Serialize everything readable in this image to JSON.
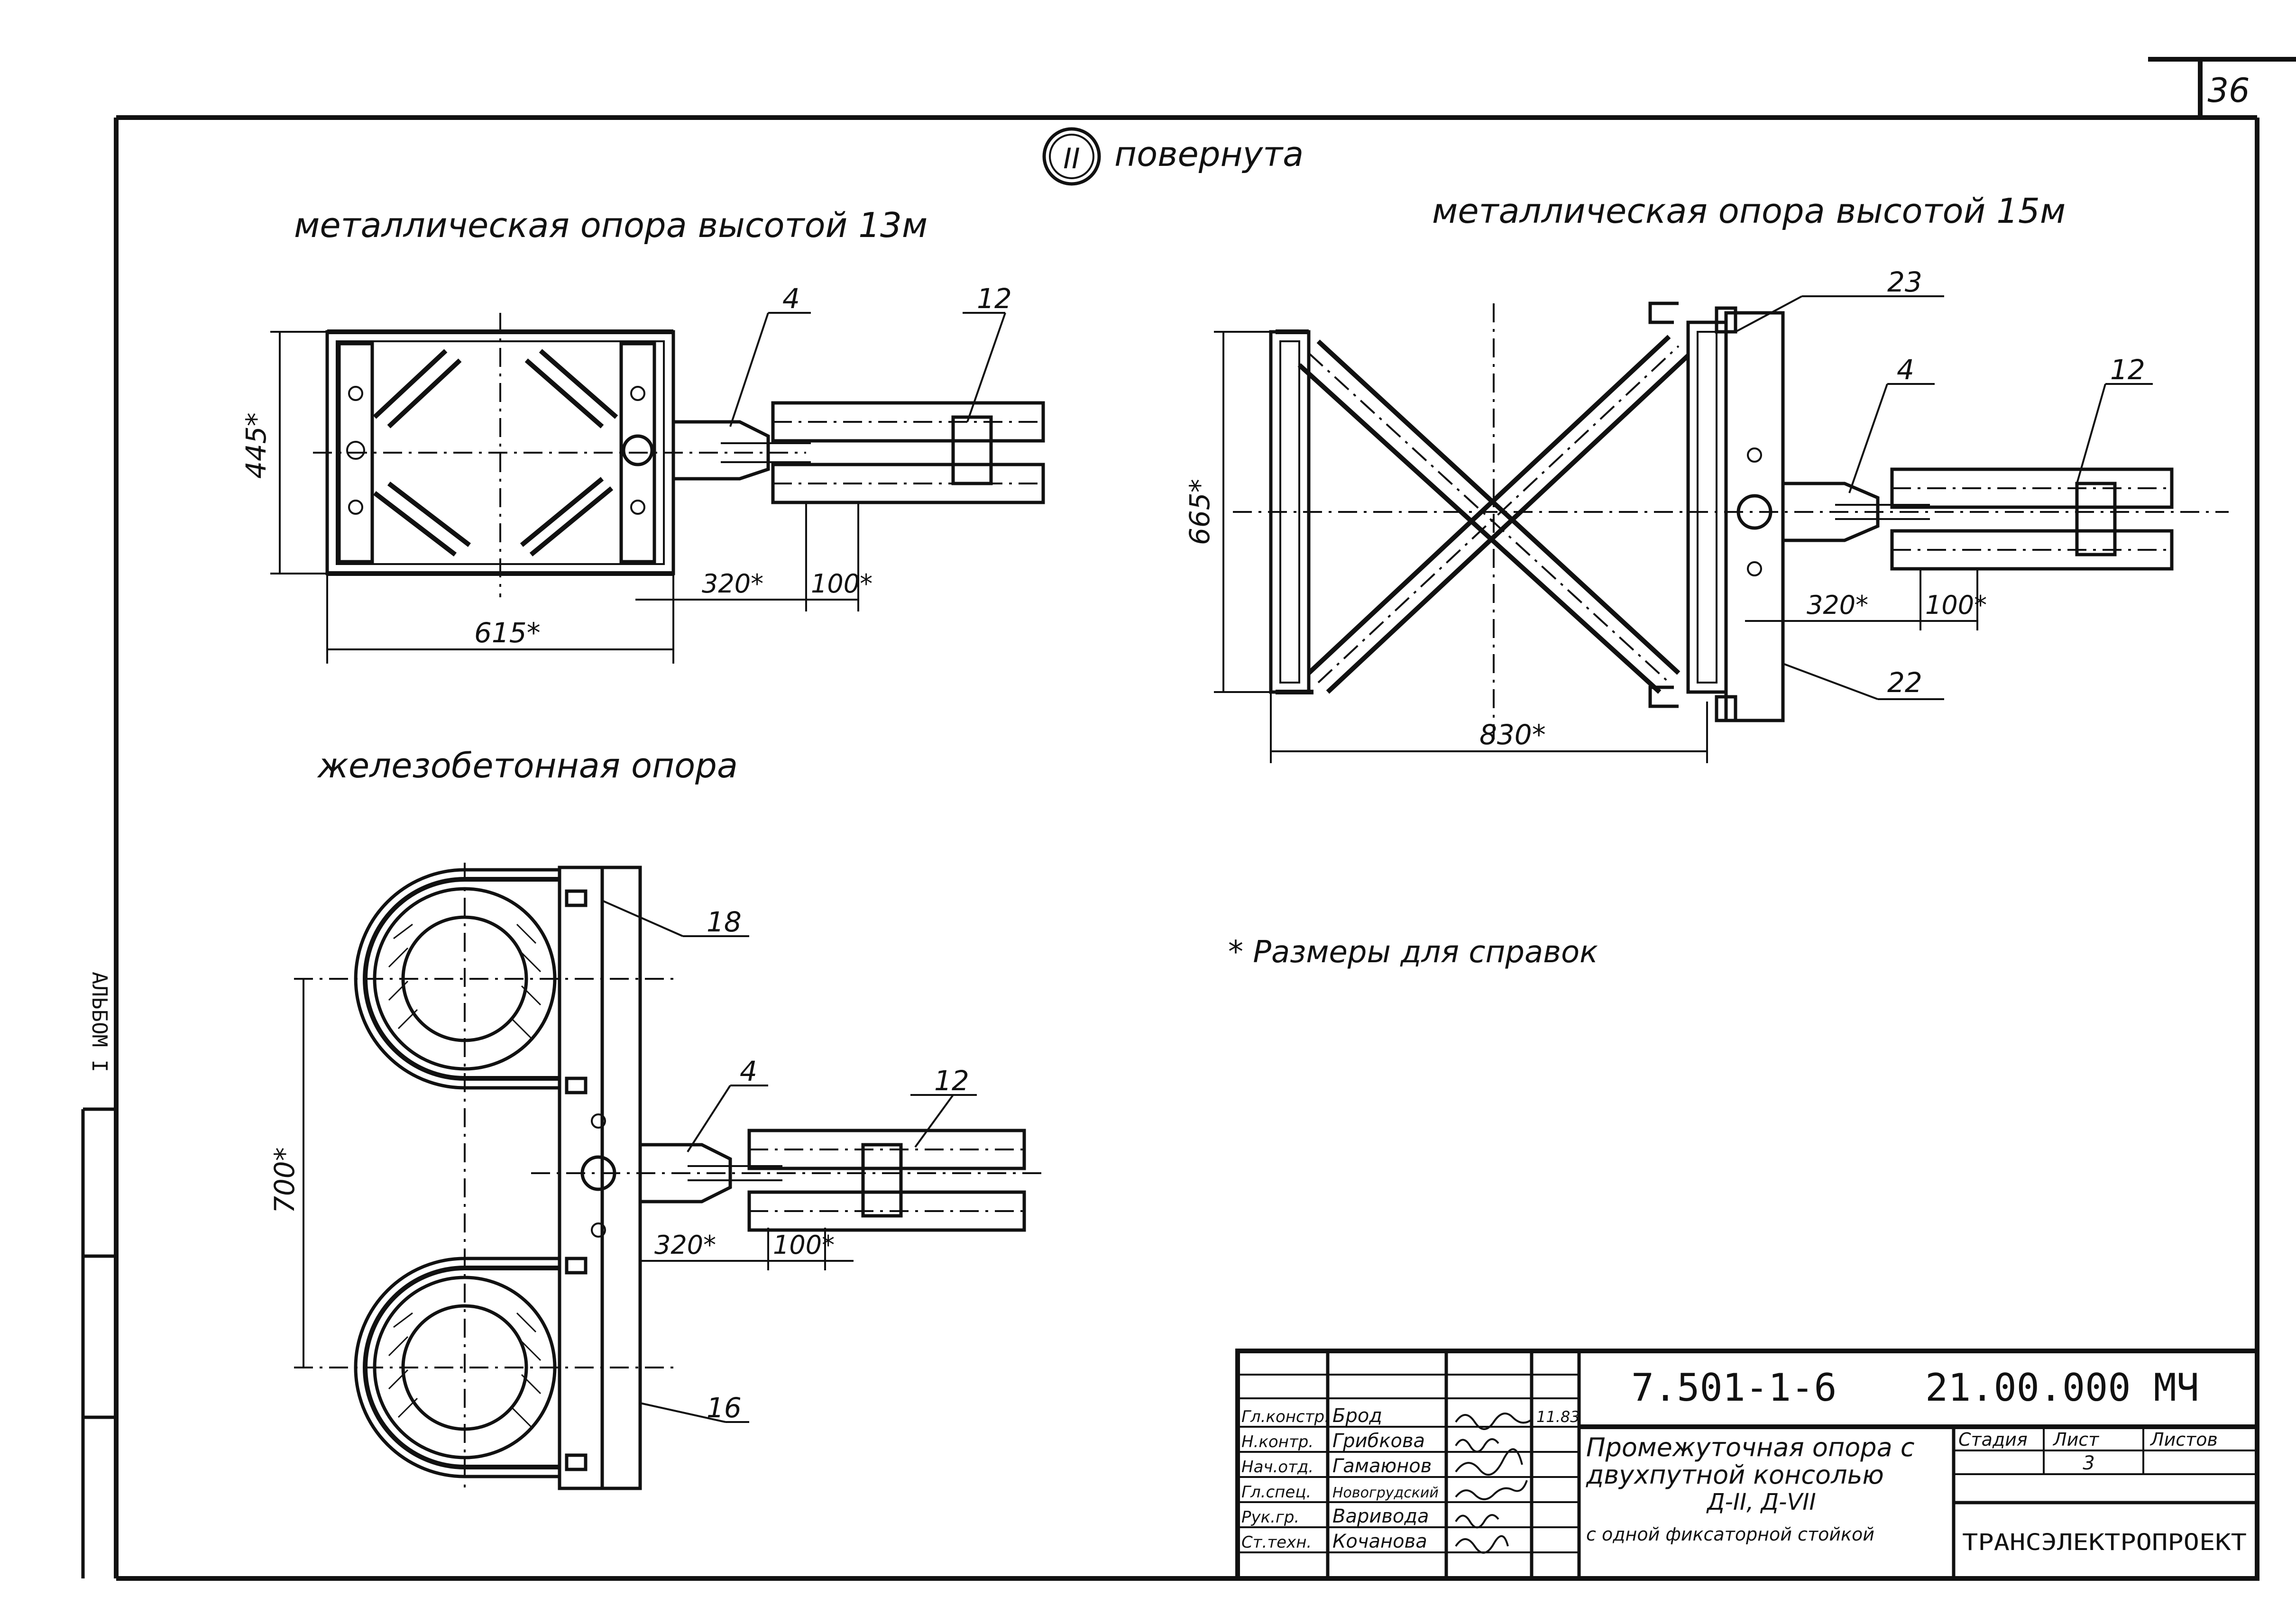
{
  "sheet_number": "36",
  "section_marker": "II",
  "rotated_note": "повернута",
  "views": {
    "metal13": {
      "title": "металлическая опора высотой 13м",
      "dim_height": "445*",
      "dim_width": "615*",
      "dim_offset": "320*",
      "dim_clamp": "100*",
      "callout_bracket": "4",
      "callout_wire": "12"
    },
    "metal15": {
      "title": "металлическая опора высотой 15м",
      "dim_height": "665*",
      "dim_width": "830*",
      "dim_offset": "320*",
      "dim_clamp": "100*",
      "callout_bolt": "23",
      "callout_bracket": "4",
      "callout_wire": "12",
      "callout_plate": "22"
    },
    "concrete": {
      "title": "железобетонная опора",
      "dim_spacing": "700*",
      "dim_offset": "320*",
      "dim_clamp": "100*",
      "callout_clamp": "18",
      "callout_bracket": "4",
      "callout_wire": "12",
      "callout_beam": "16"
    }
  },
  "note": "* Размеры для справок",
  "side_stamp": "АЛЬБОМ I",
  "title_block": {
    "doc_code": "7.501-1-6",
    "drawing_number": "21.00.000 МЧ",
    "description_line1": "Промежуточная опора с",
    "description_line2": "двухпутной консолью",
    "description_line3": "Д-II, Д-VII",
    "description_line4": "с одной фиксаторной стойкой",
    "stage_label": "Стадия",
    "sheet_label": "Лист",
    "sheets_label": "Листов",
    "sheet_value": "3",
    "organization": "ТРАНСЭЛЕКТРОПРОЕКТ",
    "date": "11.83",
    "roles": [
      {
        "role": "Гл.констр.",
        "name": "Брод"
      },
      {
        "role": "Н.контр.",
        "name": "Грибкова"
      },
      {
        "role": "Нач.отд.",
        "name": "Гамаюнов"
      },
      {
        "role": "Гл.спец.",
        "name": "Новогрудский"
      },
      {
        "role": "Рук.гр.",
        "name": "Варивода"
      },
      {
        "role": "Ст.техн.",
        "name": "Кочанова"
      }
    ]
  }
}
